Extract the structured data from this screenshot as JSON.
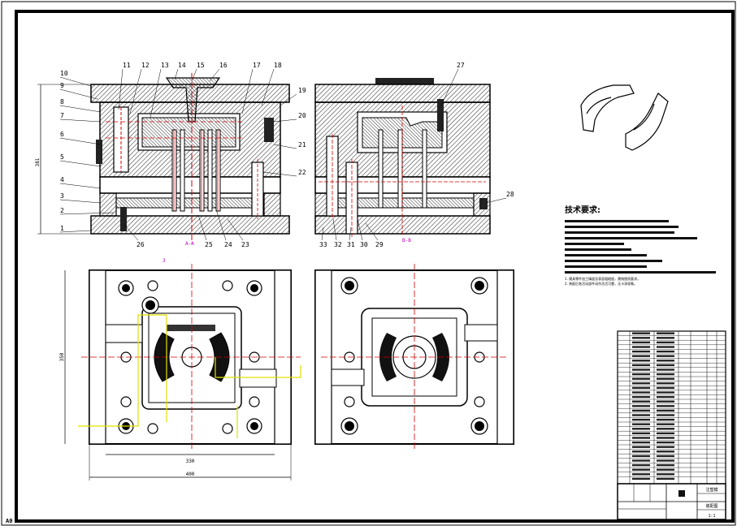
{
  "drawing": {
    "part_labels": [
      "1",
      "2",
      "3",
      "4",
      "5",
      "6",
      "7",
      "8",
      "9",
      "10",
      "11",
      "12",
      "13",
      "14",
      "15",
      "16",
      "17",
      "18",
      "19",
      "20",
      "21",
      "22",
      "23",
      "24",
      "25",
      "26",
      "27",
      "28",
      "29",
      "30",
      "31",
      "32",
      "33"
    ],
    "section_mark_a": "A-A",
    "section_mark_b": "B-B",
    "section_marker_small": "3",
    "dim_height_front": "381",
    "dim_height_top": "350",
    "dim_width_inner": "330",
    "dim_width_outer": "400",
    "corner_label": "A0"
  },
  "technical_requirements": {
    "title": "技术要求:",
    "notes": [
      "1. 模具零件加工精度及表面粗糙度，需按图纸要求。",
      "2. 装配后各活动部件动作灵活可靠，无卡滞现象。"
    ]
  },
  "title_block": {
    "drawing_name": "注塑模",
    "unit": "装配图",
    "scale": "1:1"
  },
  "colors": {
    "line": "#000000",
    "centerline": "#d40000",
    "annotation": "#c000c0",
    "highlight": "#e0e000",
    "hatch": "#555555"
  }
}
